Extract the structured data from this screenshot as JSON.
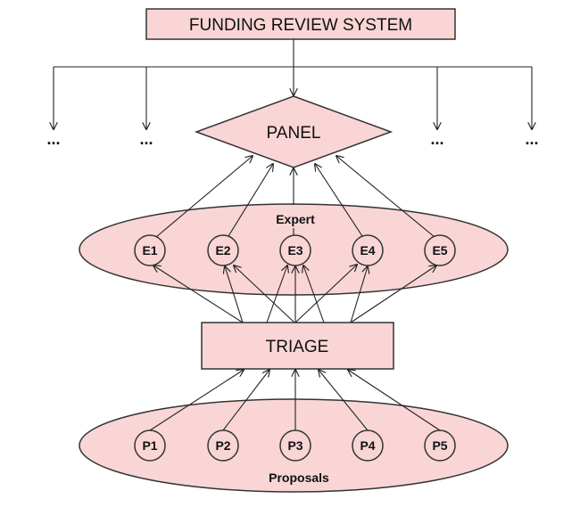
{
  "title": "FUNDING REVIEW SYSTEM",
  "panel": {
    "label": "PANEL"
  },
  "ellipsis_label": "...",
  "expert_group": {
    "label": "Expert",
    "nodes": [
      "E1",
      "E2",
      "E3",
      "E4",
      "E5"
    ]
  },
  "triage": {
    "label": "TRIAGE"
  },
  "proposal_group": {
    "label": "Proposals",
    "nodes": [
      "P1",
      "P2",
      "P3",
      "P4",
      "P5"
    ]
  },
  "colors": {
    "fill": "#f9d5d6",
    "stroke": "#333333"
  }
}
